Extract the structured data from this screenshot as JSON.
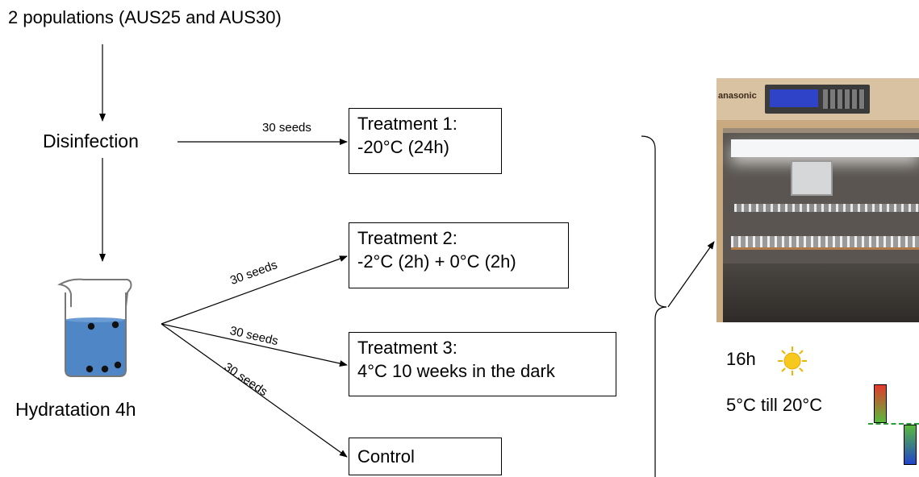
{
  "header": {
    "title": "2 populations (AUS25 and AUS30)"
  },
  "nodes": {
    "disinfection": "Disinfection",
    "hydration": "Hydratation 4h"
  },
  "edge_labels": {
    "t1": "30 seeds",
    "t2": "30 seeds",
    "t3": "30 seeds",
    "control": "30 seeds"
  },
  "treatments": [
    {
      "line1": "Treatment 1:",
      "line2": "-20°C (24h)"
    },
    {
      "line1": "Treatment 2:",
      "line2": "-2°C (2h) + 0°C (2h)"
    },
    {
      "line1": "Treatment 3:",
      "line2": "4°C 10 weeks  in the dark"
    },
    {
      "line1": "Control"
    }
  ],
  "incubator": {
    "brand": "anasonic",
    "photoperiod": "16h",
    "temperature": "5°C till 20°C",
    "sun_icon": "sun-icon",
    "colors": {
      "sun": "#f5c400",
      "warm": "#e23a2e",
      "mid": "#5aba3c",
      "cold": "#2244cc",
      "threshold": "#2a9d3a"
    }
  }
}
